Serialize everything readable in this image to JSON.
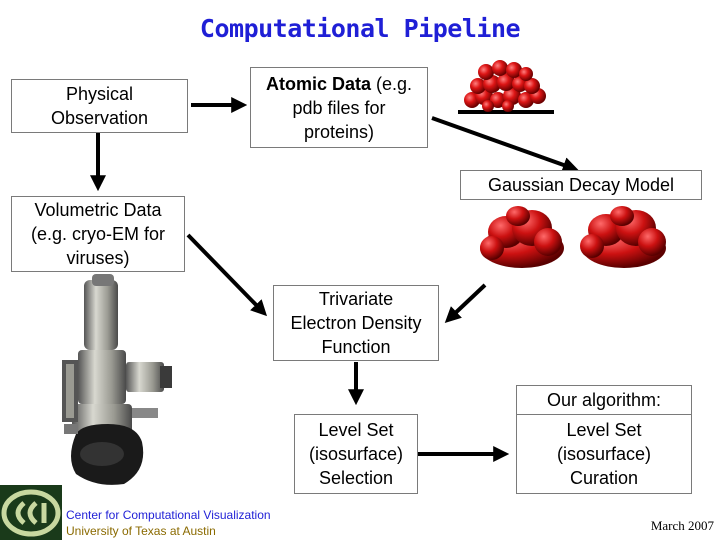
{
  "title": "Computational Pipeline",
  "boxes": {
    "physical": {
      "line1": "Physical",
      "line2": "Observation"
    },
    "atomic": {
      "bold": "Atomic Data",
      "rest1": " (e.g.",
      "line2": "pdb files for",
      "line3": "proteins)"
    },
    "gaussian": {
      "text": "Gaussian Decay Model"
    },
    "volumetric": {
      "line1": "Volumetric Data",
      "line2": "(e.g. cryo-EM for",
      "line3": "viruses)"
    },
    "trivariate": {
      "line1": "Trivariate",
      "line2": "Electron Density",
      "line3": "Function"
    },
    "levelset_selection": {
      "line1": "Level Set",
      "line2": "(isosurface)",
      "line3": "Selection"
    },
    "our_algorithm": {
      "text": "Our algorithm:"
    },
    "levelset_curation": {
      "line1": "Level Set",
      "line2": "(isosurface)",
      "line3": "Curation"
    }
  },
  "footer": {
    "line1": "Center for Computational Visualization",
    "line2": "University of Texas at Austin",
    "date": "March 2007"
  },
  "colors": {
    "title": "#1f1fd6",
    "footer_line1": "#1f1fd6",
    "footer_line2": "#8a6a00",
    "molecule": "#cc1111"
  }
}
